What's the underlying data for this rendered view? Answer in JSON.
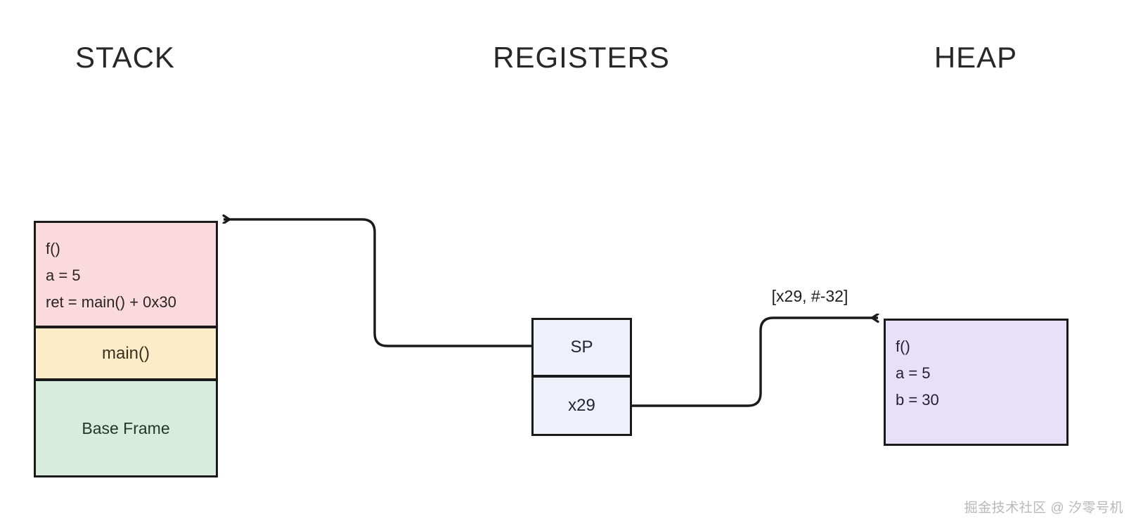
{
  "columns": {
    "stack": "STACK",
    "registers": "REGISTERS",
    "heap": "HEAP"
  },
  "stack": {
    "frames": [
      {
        "name": "f-frame",
        "color": "#fadadd",
        "lines": [
          "f()",
          "a = 5",
          "ret = main() + 0x30"
        ]
      },
      {
        "name": "main-frame",
        "color": "#fdecc8",
        "label": "main()"
      },
      {
        "name": "base-frame",
        "color": "#d8ecdd",
        "label": "Base Frame"
      }
    ]
  },
  "registers": {
    "rows": [
      {
        "name": "sp",
        "label": "SP"
      },
      {
        "name": "x29",
        "label": "x29"
      }
    ]
  },
  "heap": {
    "block": {
      "color": "#e6e1f9",
      "lines": [
        "f()",
        "a = 5",
        "b = 30"
      ]
    }
  },
  "arrows": {
    "sp_to_stack": {
      "from": "SP",
      "to": "stack-top-of-f-frame",
      "label": ""
    },
    "x29_to_heap": {
      "from": "x29",
      "to": "heap-block",
      "label": "[x29, #-32]"
    }
  },
  "watermark": "掘金技术社区 @ 汐零号机",
  "colors": {
    "stroke": "#1a1a1a",
    "title": "#28282a",
    "watermark": "#b9b9bd"
  }
}
